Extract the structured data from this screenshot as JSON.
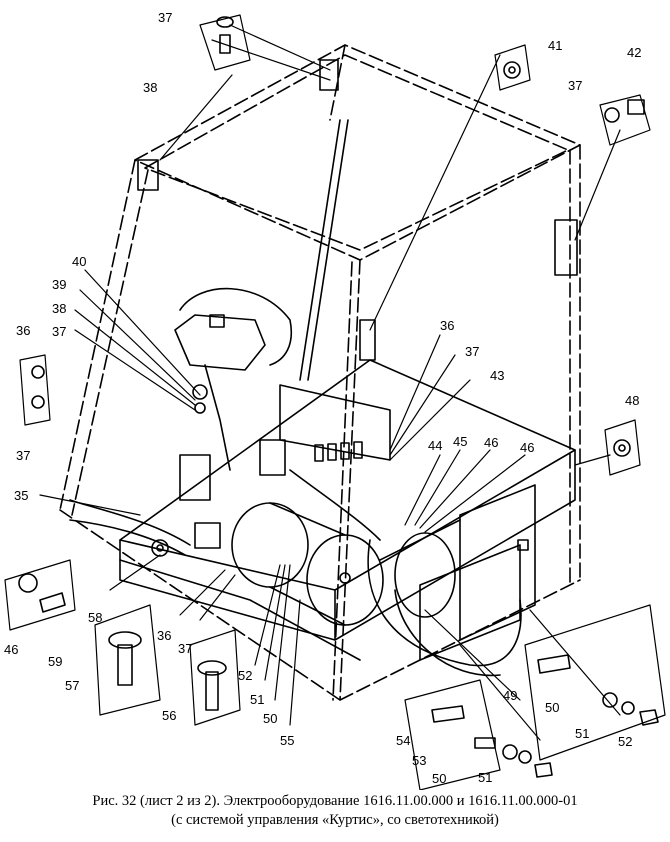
{
  "figure": {
    "caption_line1": "Рис. 32 (лист 2 из 2). Электрооборудование 1616.11.00.000 и 1616.11.00.000-01",
    "caption_line2": "(с системой управления «Куртис», со светотехникой)"
  },
  "callouts": {
    "c37_top": "37",
    "c38_top": "38",
    "c41": "41",
    "c42": "42",
    "c37_right": "37",
    "c40": "40",
    "c39": "39",
    "c38_mid": "38",
    "c37_mid": "37",
    "c36_left": "36",
    "c37_left": "37",
    "c36_mid": "36",
    "c37_cmid": "37",
    "c43": "43",
    "c44": "44",
    "c45": "45",
    "c46_a": "46",
    "c46_b": "46",
    "c48": "48",
    "c35": "35",
    "c46_left": "46",
    "c59": "59",
    "c58": "58",
    "c57": "57",
    "c36_low": "36",
    "c37_low": "37",
    "c52_low": "52",
    "c51_low": "51",
    "c50_low": "50",
    "c56": "56",
    "c55": "55",
    "c49": "49",
    "c50_r": "50",
    "c51_r": "51",
    "c52_r": "52",
    "c54": "54",
    "c53": "53",
    "c50_b": "50",
    "c51_b": "51"
  }
}
